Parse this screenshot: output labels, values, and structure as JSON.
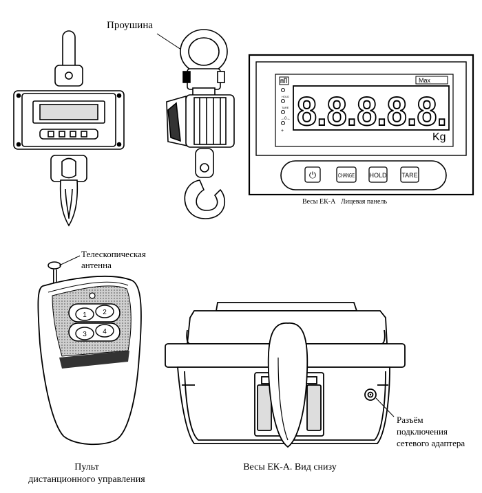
{
  "labels": {
    "eyelet": "Проушина",
    "antenna_line1": "Телескопическая",
    "antenna_line2": "антенна",
    "connector_line1": "Разъём",
    "connector_line2": "подключения",
    "connector_line3": "сетевого адаптера",
    "remote_line1": "Пульт",
    "remote_line2": "дистанционного управления",
    "bottom_view": "Весы ЕК-А. Вид снизу",
    "front_panel_caption": "Весы ЕК-А   Лицевая панель"
  },
  "panel": {
    "display": "8.8.8.8.8.",
    "unit": "Kg",
    "max_tag": "Max",
    "indicators": [
      "HOLD",
      "TARE",
      "→0←",
      "+"
    ],
    "buttons": [
      "CHANGE",
      "HOLD",
      "TARE"
    ],
    "power_symbol": "⏻"
  },
  "remote": {
    "buttons": [
      "1",
      "2",
      "3",
      "4"
    ]
  }
}
